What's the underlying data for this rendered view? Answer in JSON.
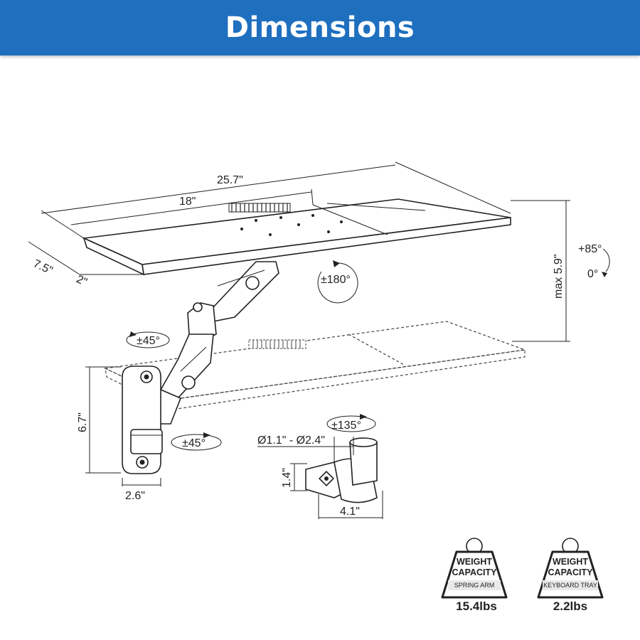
{
  "header": {
    "title": "Dimensions"
  },
  "dimensions": {
    "tray_length": "25.7\"",
    "keyboard_area": "18\"",
    "tray_depth": "7.5\"",
    "tray_lip": "2\"",
    "max_height": "max 5.9\"",
    "wall_plate_height": "6.7\"",
    "wall_plate_width": "2.6\"",
    "clamp_diameter": "Ø1.1\" - Ø2.4\"",
    "clamp_height": "1.4\"",
    "clamp_width": "4.1\""
  },
  "rotations": {
    "tilt_up": "+85°",
    "tilt_zero": "0°",
    "swivel_tray": "±180°",
    "swivel_mid": "±45°",
    "swivel_base": "±45°",
    "swivel_clamp": "±135°"
  },
  "badges": [
    {
      "title_line1": "WEIGHT",
      "title_line2": "CAPACITY",
      "subtitle": "SPRING ARM",
      "value": "15.4lbs"
    },
    {
      "title_line1": "WEIGHT",
      "title_line2": "CAPACITY",
      "subtitle": "KEYBOARD TRAY",
      "value": "2.2lbs"
    }
  ]
}
